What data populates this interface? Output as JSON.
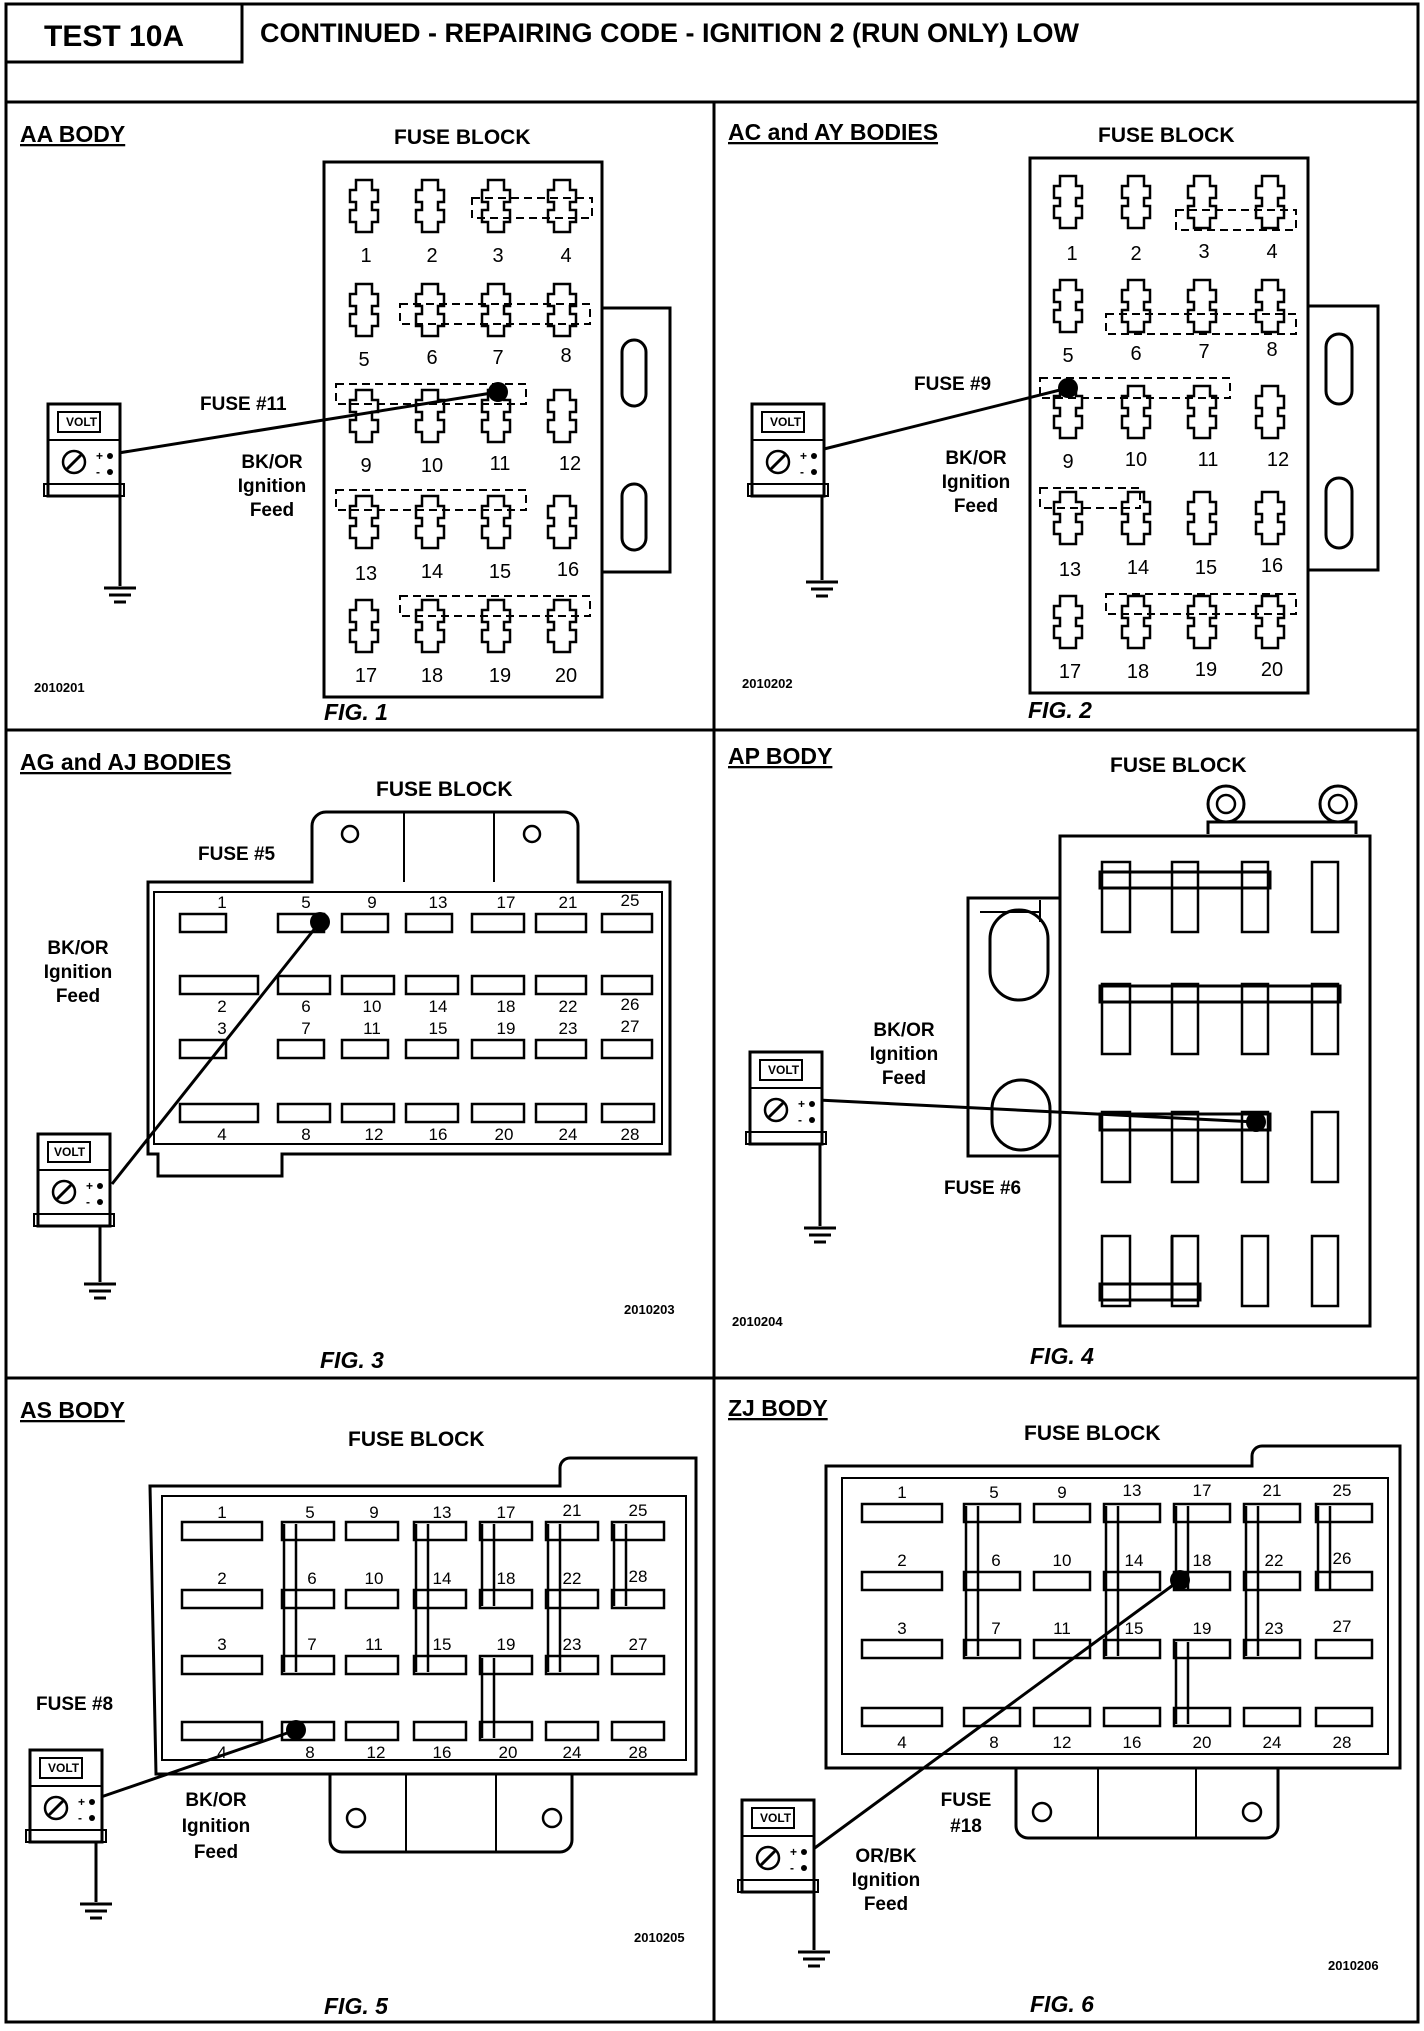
{
  "header": {
    "test_label": "TEST 10A",
    "title": "CONTINUED - REPAIRING CODE - IGNITION 2 (RUN ONLY) LOW"
  },
  "common": {
    "fuse_block": "FUSE BLOCK",
    "meter": "VOLT",
    "feed_line1": "BK/OR",
    "feed_line2": "Ignition",
    "feed_line3": "Feed"
  },
  "panels": [
    {
      "title": "AA BODY",
      "fuse": "FUSE #11",
      "fig": "FIG. 1",
      "code": "2010201",
      "numbers": [
        "1",
        "2",
        "3",
        "4",
        "5",
        "6",
        "7",
        "8",
        "9",
        "10",
        "11",
        "12",
        "13",
        "14",
        "15",
        "16",
        "17",
        "18",
        "19",
        "20"
      ]
    },
    {
      "title": "AC and AY BODIES",
      "fuse": "FUSE #9",
      "fig": "FIG. 2",
      "code": "2010202",
      "numbers": [
        "1",
        "2",
        "3",
        "4",
        "5",
        "6",
        "7",
        "8",
        "9",
        "10",
        "11",
        "12",
        "13",
        "14",
        "15",
        "16",
        "17",
        "18",
        "19",
        "20"
      ]
    },
    {
      "title": "AG and AJ BODIES",
      "fuse": "FUSE #5",
      "fig": "FIG. 3",
      "code": "2010203",
      "numbers": [
        "1",
        "5",
        "9",
        "13",
        "17",
        "21",
        "25",
        "2",
        "6",
        "10",
        "14",
        "18",
        "22",
        "26",
        "3",
        "7",
        "11",
        "15",
        "19",
        "23",
        "27",
        "4",
        "8",
        "12",
        "16",
        "20",
        "24",
        "28"
      ]
    },
    {
      "title": "AP BODY",
      "fuse": "FUSE #6",
      "fig": "FIG. 4",
      "code": "2010204"
    },
    {
      "title": "AS BODY",
      "fuse": "FUSE #8",
      "fig": "FIG. 5",
      "code": "2010205",
      "numbers": [
        "1",
        "5",
        "9",
        "13",
        "17",
        "21",
        "25",
        "2",
        "6",
        "10",
        "14",
        "18",
        "22",
        "28",
        "3",
        "7",
        "11",
        "15",
        "19",
        "23",
        "27",
        "4",
        "8",
        "12",
        "16",
        "20",
        "24",
        "28"
      ]
    },
    {
      "title": "ZJ BODY",
      "fuse_line1": "FUSE",
      "fuse_line2": "#18",
      "fig": "FIG. 6",
      "code": "2010206",
      "feed_line1": "OR/BK",
      "numbers": [
        "1",
        "5",
        "9",
        "13",
        "17",
        "21",
        "25",
        "2",
        "6",
        "10",
        "14",
        "18",
        "22",
        "26",
        "3",
        "7",
        "11",
        "15",
        "19",
        "23",
        "27",
        "4",
        "8",
        "12",
        "16",
        "20",
        "24",
        "28"
      ]
    }
  ]
}
